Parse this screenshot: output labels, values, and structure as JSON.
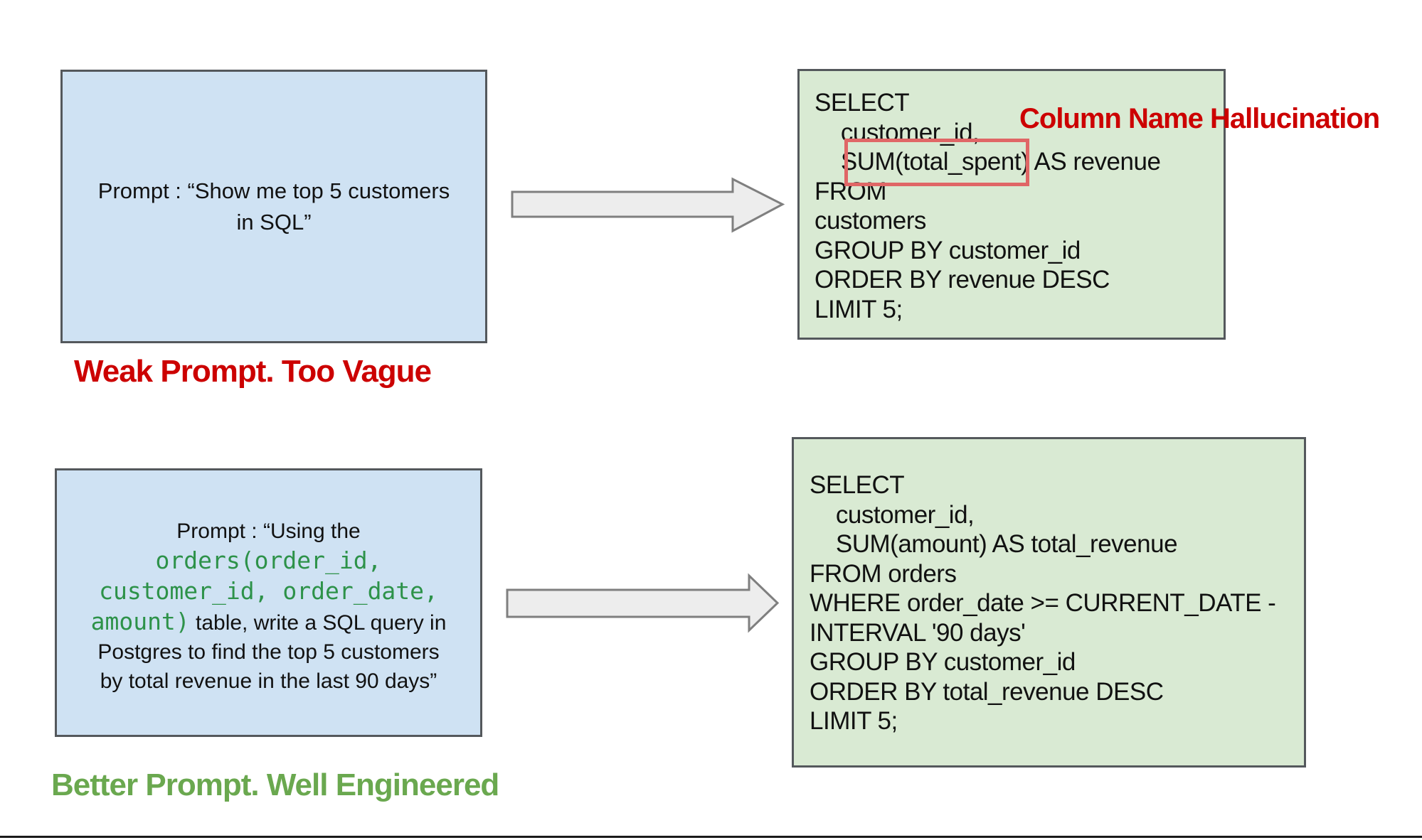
{
  "colors": {
    "blue_box_fill": "#cfe2f3",
    "green_box_fill": "#d9ead3",
    "box_border": "#54585c",
    "arrow_fill": "#ededed",
    "arrow_stroke": "#7f7f7f",
    "red_text": "#cc0000",
    "green_label_text": "#6aa84f",
    "code_green": "#2d9249",
    "body_text": "#111111",
    "highlight_stroke": "#e06666",
    "divider": "#1a1a1a"
  },
  "weak_flow": {
    "prompt_lines": [
      "Prompt : “Show me top 5 customers",
      "in SQL”"
    ],
    "sql_lines": [
      "SELECT",
      "    customer_id,",
      "    SUM(total_spent) AS revenue",
      "FROM",
      "customers",
      "GROUP BY customer_id",
      "ORDER BY revenue DESC",
      "LIMIT 5;"
    ],
    "annotation": "Column Name Hallucination",
    "label": "Weak Prompt. Too Vague"
  },
  "better_flow": {
    "prompt_lines": [
      {
        "segments": [
          {
            "type": "plain",
            "text": "Prompt : “Using the"
          }
        ]
      },
      {
        "segments": [
          {
            "type": "code",
            "text": "orders(order_id,"
          }
        ]
      },
      {
        "segments": [
          {
            "type": "code",
            "text": "customer_id, order_date,"
          }
        ]
      },
      {
        "segments": [
          {
            "type": "code",
            "text": "amount)"
          },
          {
            "type": "plain",
            "text": " table, write a SQL query in"
          }
        ]
      },
      {
        "segments": [
          {
            "type": "plain",
            "text": "Postgres to find the top 5 customers"
          }
        ]
      },
      {
        "segments": [
          {
            "type": "plain",
            "text": "by total revenue in the last 90 days”"
          }
        ]
      }
    ],
    "sql_lines": [
      "SELECT",
      "    customer_id,",
      "    SUM(amount) AS total_revenue",
      "FROM orders",
      "WHERE order_date >= CURRENT_DATE -",
      "INTERVAL '90 days'",
      "GROUP BY customer_id",
      "ORDER BY total_revenue DESC",
      "LIMIT 5;"
    ],
    "label": "Better Prompt. Well Engineered"
  }
}
